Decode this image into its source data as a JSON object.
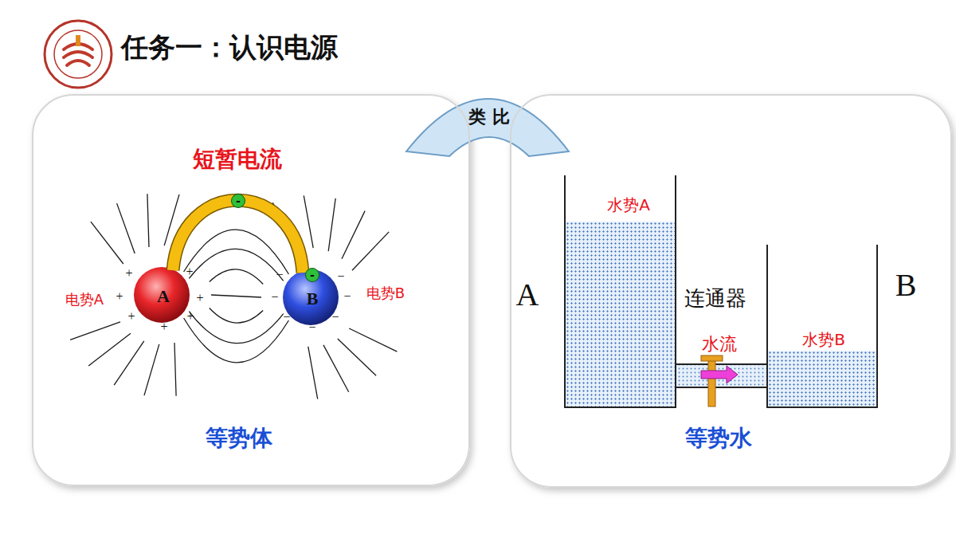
{
  "diagram": {
    "title": "任务一：认识电源",
    "nodes": [
      {
        "text": [
          "短暂电流",
          "等势体"
        ]
      },
      {
        "text": [
          "A"
        ],
        "in": 0
      },
      {
        "text": [
          "B"
        ],
        "in": 0
      },
      {
        "text": [
          "-"
        ],
        "in": 0
      },
      {
        "text": [
          "-"
        ],
        "in": 0
      },
      {
        "text": [
          "类 比"
        ]
      },
      {
        "text": [
          "等势水"
        ]
      },
      {
        "text": [
          "水势A"
        ],
        "in": 6
      },
      {
        "text": [
          "水势B"
        ],
        "in": 6
      }
    ],
    "edges": [
      {
        "from": 1,
        "to": 2,
        "arrow": "none"
      },
      {
        "from": 7,
        "to": 8,
        "arrow": "none"
      }
    ],
    "labels": [
      "电势A",
      "电势B",
      "+",
      "+",
      "+",
      "+",
      "+",
      "+",
      "+",
      "−",
      "−",
      "−",
      "−",
      "−",
      "−",
      "−",
      "A",
      "B",
      "连通器",
      "水流"
    ]
  }
}
